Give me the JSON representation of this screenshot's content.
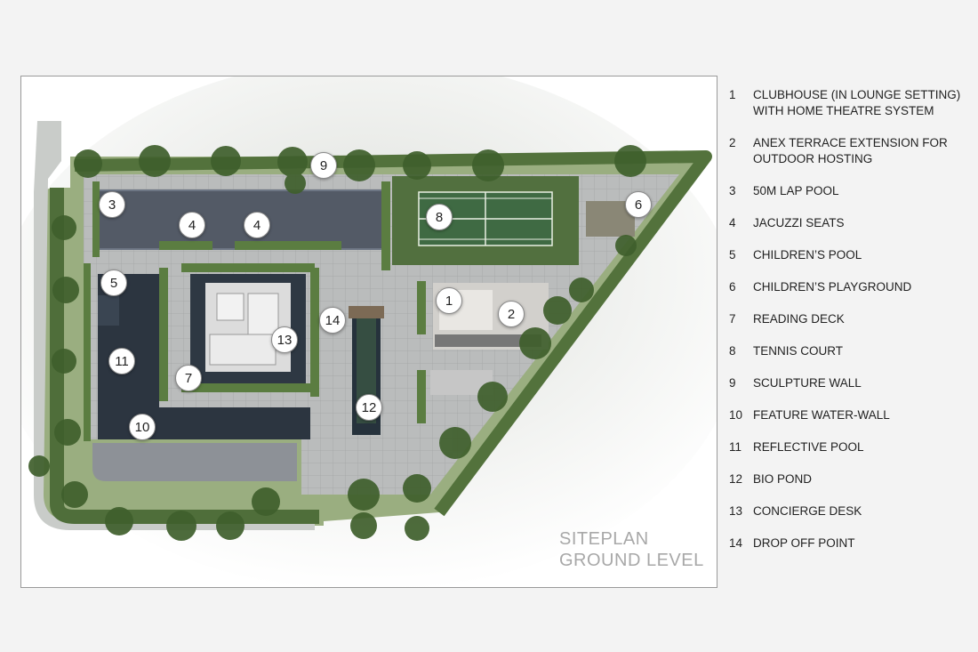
{
  "map": {
    "title_line1": "SITEPLAN",
    "title_line2": "GROUND LEVEL",
    "markers": [
      "1",
      "2",
      "3",
      "4",
      "4",
      "5",
      "6",
      "7",
      "8",
      "9",
      "10",
      "11",
      "12",
      "13",
      "14"
    ]
  },
  "legend": [
    {
      "num": "1",
      "label": "CLUBHOUSE (IN LOUNGE SETTING) WITH HOME THEATRE SYSTEM"
    },
    {
      "num": "2",
      "label": "ANEX TERRACE EXTENSION FOR OUTDOOR HOSTING"
    },
    {
      "num": "3",
      "label": "50M LAP POOL"
    },
    {
      "num": "4",
      "label": "JACUZZI SEATS"
    },
    {
      "num": "5",
      "label": "CHILDREN’S POOL"
    },
    {
      "num": "6",
      "label": "CHILDREN’S PLAYGROUND"
    },
    {
      "num": "7",
      "label": "READING DECK"
    },
    {
      "num": "8",
      "label": "TENNIS COURT"
    },
    {
      "num": "9",
      "label": "SCULPTURE WALL"
    },
    {
      "num": "10",
      "label": "FEATURE WATER-WALL"
    },
    {
      "num": "11",
      "label": "REFLECTIVE POOL"
    },
    {
      "num": "12",
      "label": "BIO POND"
    },
    {
      "num": "13",
      "label": "CONCIERGE DESK"
    },
    {
      "num": "14",
      "label": "DROP OFF POINT"
    }
  ],
  "colors": {
    "paving": "#b9bbbb",
    "water": "#2f3a44",
    "court": "#4d6b45",
    "greenery": "#51713d",
    "grass": "#9bb07e"
  }
}
